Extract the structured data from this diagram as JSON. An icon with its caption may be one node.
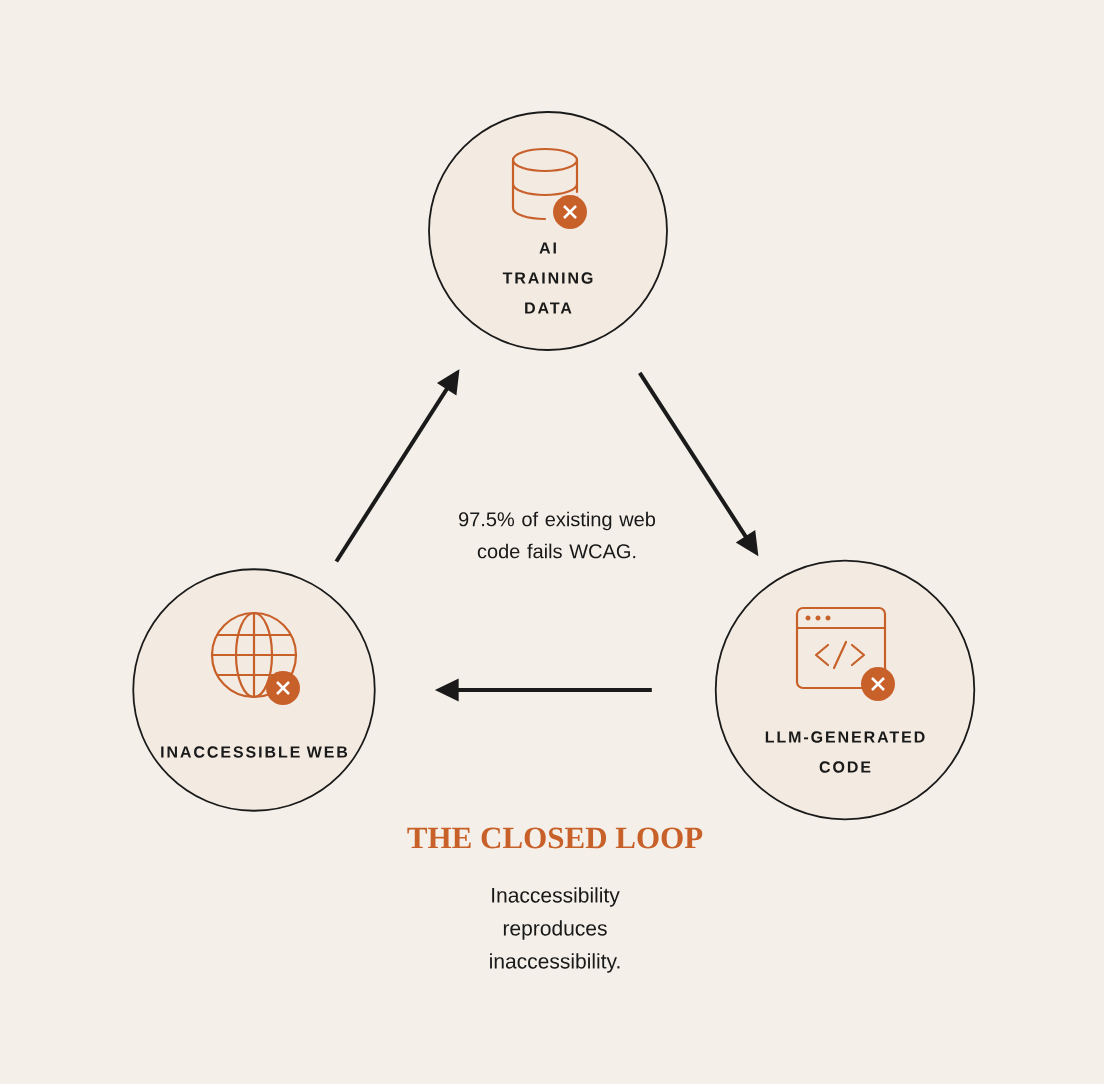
{
  "diagram": {
    "title": "THE CLOSED LOOP",
    "caption": "Inaccessibility reproduces inaccessibility.",
    "nodes": [
      {
        "text": [
          "AI TRAINING DATA"
        ]
      },
      {
        "text": [
          "LLM-GENERATED CODE"
        ]
      },
      {
        "text": [
          "INACCESSIBLE WEB"
        ]
      }
    ],
    "edges": [
      {
        "from": 0,
        "to": 1,
        "arrow": "to"
      },
      {
        "from": 1,
        "to": 2,
        "arrow": "to"
      },
      {
        "from": 2,
        "to": 0,
        "arrow": "to"
      }
    ],
    "labels": [
      "97.5% of existing web code fails WCAG."
    ]
  }
}
